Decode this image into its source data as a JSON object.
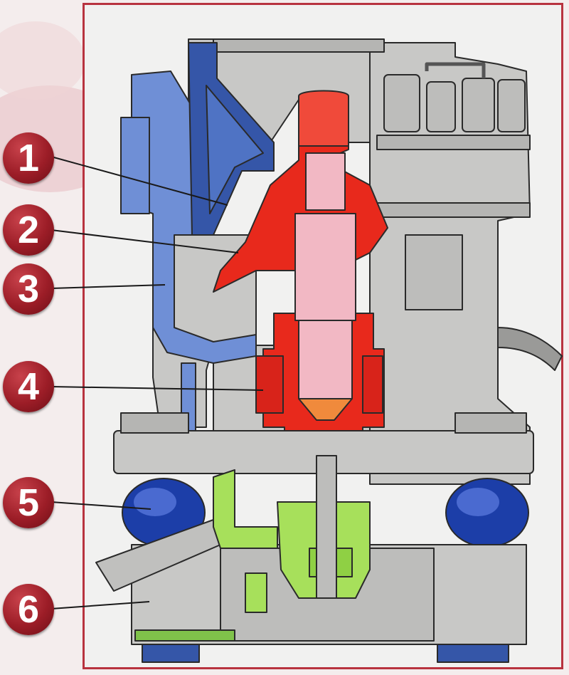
{
  "callouts": [
    {
      "id": 1,
      "label": "1"
    },
    {
      "id": 2,
      "label": "2"
    },
    {
      "id": 3,
      "label": "3"
    },
    {
      "id": 4,
      "label": "4"
    },
    {
      "id": 5,
      "label": "5"
    },
    {
      "id": 6,
      "label": "6"
    }
  ],
  "colors": {
    "frame_border": "#b8333f",
    "callout": "#9c1d27",
    "housing": "#c8c8c6",
    "housing_dark": "#a9a9a7",
    "feed_chute_blue": "#6f8fd6",
    "crusher_dark_blue": "#3556a8",
    "rotor_red": "#e8291c",
    "shaft_pink": "#f2b8c4",
    "spring_blue": "#1c3ea8",
    "drive_green": "#a7e05b",
    "base_green": "#7fc24a"
  }
}
